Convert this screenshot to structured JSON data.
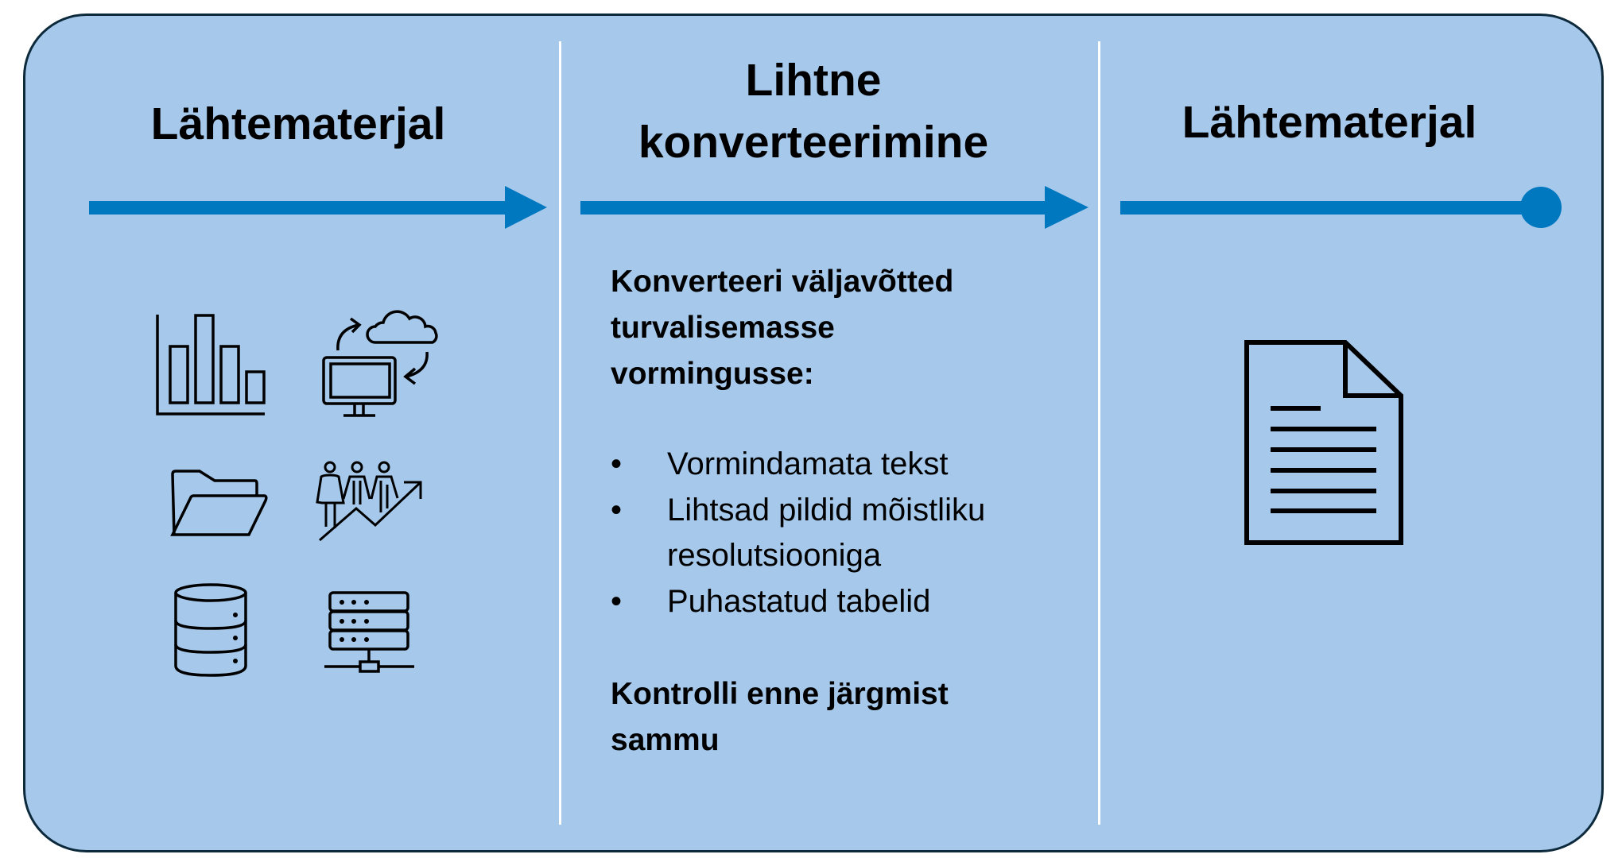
{
  "columns": [
    {
      "title": "Lähtematerjal"
    },
    {
      "title_line1": "Lihtne",
      "title_line2": "konverteerimine",
      "heading_lines": [
        "Konverteeri väljavõtted",
        "turvalisemasse",
        "vormingusse:"
      ],
      "bullets": [
        "Vormindamata tekst",
        "Lihtsad pildid mõistliku",
        "resolutsiooniga",
        "Puhastatud tabelid"
      ],
      "footer_lines": [
        "Kontrolli enne järgmist",
        "sammu"
      ]
    },
    {
      "title": "Lähtematerjal"
    }
  ],
  "icons": [
    "bar-chart-icon",
    "cloud-sync-icon",
    "folder-icon",
    "people-growth-icon",
    "database-icon",
    "server-network-icon",
    "document-icon"
  ],
  "colors": {
    "background": "#a6c9eb",
    "arrow": "#0078c0",
    "border": "#0d2a3d"
  }
}
